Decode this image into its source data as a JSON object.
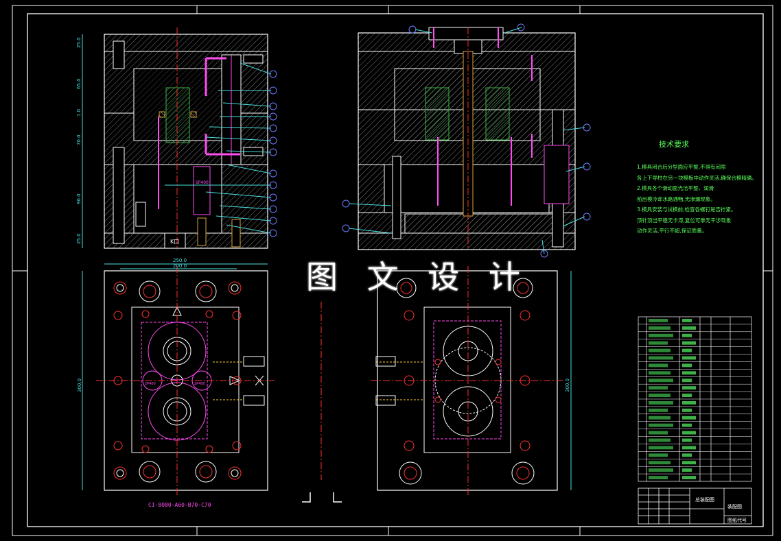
{
  "drawing": {
    "watermark": "图 文 设 计",
    "model_code": "CI-8080-A60-B70-C70",
    "tech_requirements": {
      "title": "技术要求",
      "lines": [
        "1.模具闭合后分型面应平整,不得有间隙",
        "各上下导柱在另一块模板中动作灵活,确保合模精确。",
        "2.模具各个滑动面光洁平整、润滑",
        "前后模冷却水路通畅,无渗漏现象。",
        "3.模具安装与试模前,检查各螺钉是否拧紧。",
        "顶针顶出平稳无卡滞,复位可靠无干涉现象",
        "动作灵活,平行不超,保证质量。"
      ]
    },
    "dimensions": {
      "top_left_vertical": [
        "25.0",
        "65.0",
        "1.0",
        "70.0",
        "90.0",
        "25.0"
      ],
      "plan_width_outer": "250.0",
      "plan_width_inner": "200.0",
      "plan_height_left": "300.0",
      "plan_height_right": "300.0"
    },
    "section_labels": {
      "core_label": "SP400",
      "ejector_label": "K口",
      "insert_left": "2P400",
      "insert_right": "2P400"
    },
    "title_block": {
      "assembly_label": "总装配图",
      "company_label": "装配图",
      "drawing_no_label": "图纸代号"
    },
    "colors": {
      "outline": "#ffffff",
      "hatch": "#8a8a8a",
      "cavity": "#3fb04a",
      "dimension": "#4de0e0",
      "centerline": "#ff3030",
      "callout": "#6a7cff",
      "pin": "#ff4df0",
      "coolant": "#ffd23a"
    }
  }
}
